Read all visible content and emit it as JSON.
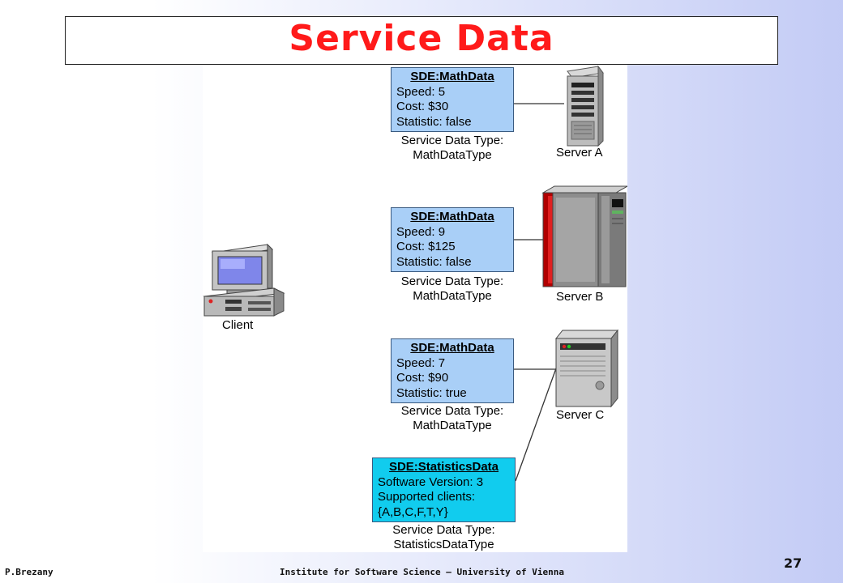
{
  "slide": {
    "title": "Service Data",
    "footer_author": "P.Brezany",
    "footer_institute": "Institute for Software Science – University of Vienna",
    "page_number": "27"
  },
  "diagram": {
    "boxes": [
      {
        "header": "SDE:MathData",
        "lines": [
          "Speed: 5",
          "Cost: $30",
          "Statistic: false"
        ],
        "caption": [
          "Service Data Type:",
          "MathDataType"
        ],
        "server": "Server A"
      },
      {
        "header": "SDE:MathData",
        "lines": [
          "Speed: 9",
          "Cost: $125",
          "Statistic: false"
        ],
        "caption": [
          "Service Data Type:",
          "MathDataType"
        ],
        "server": "Server B"
      },
      {
        "header": "SDE:MathData",
        "lines": [
          "Speed: 7",
          "Cost: $90",
          "Statistic: true"
        ],
        "caption": [
          "Service Data Type:",
          "MathDataType"
        ],
        "server": "Server C"
      },
      {
        "header": "SDE:StatisticsData",
        "lines": [
          "Software Version: 3",
          "Supported clients:",
          "{A,B,C,F,T,Y}"
        ],
        "caption": [
          "Service Data Type:",
          "StatisticsDataType"
        ]
      }
    ],
    "client_label": "Client"
  },
  "colors": {
    "title": "#ff1a1a",
    "sde_box": "#a9cff7",
    "statistics_box": "#11ccee"
  }
}
